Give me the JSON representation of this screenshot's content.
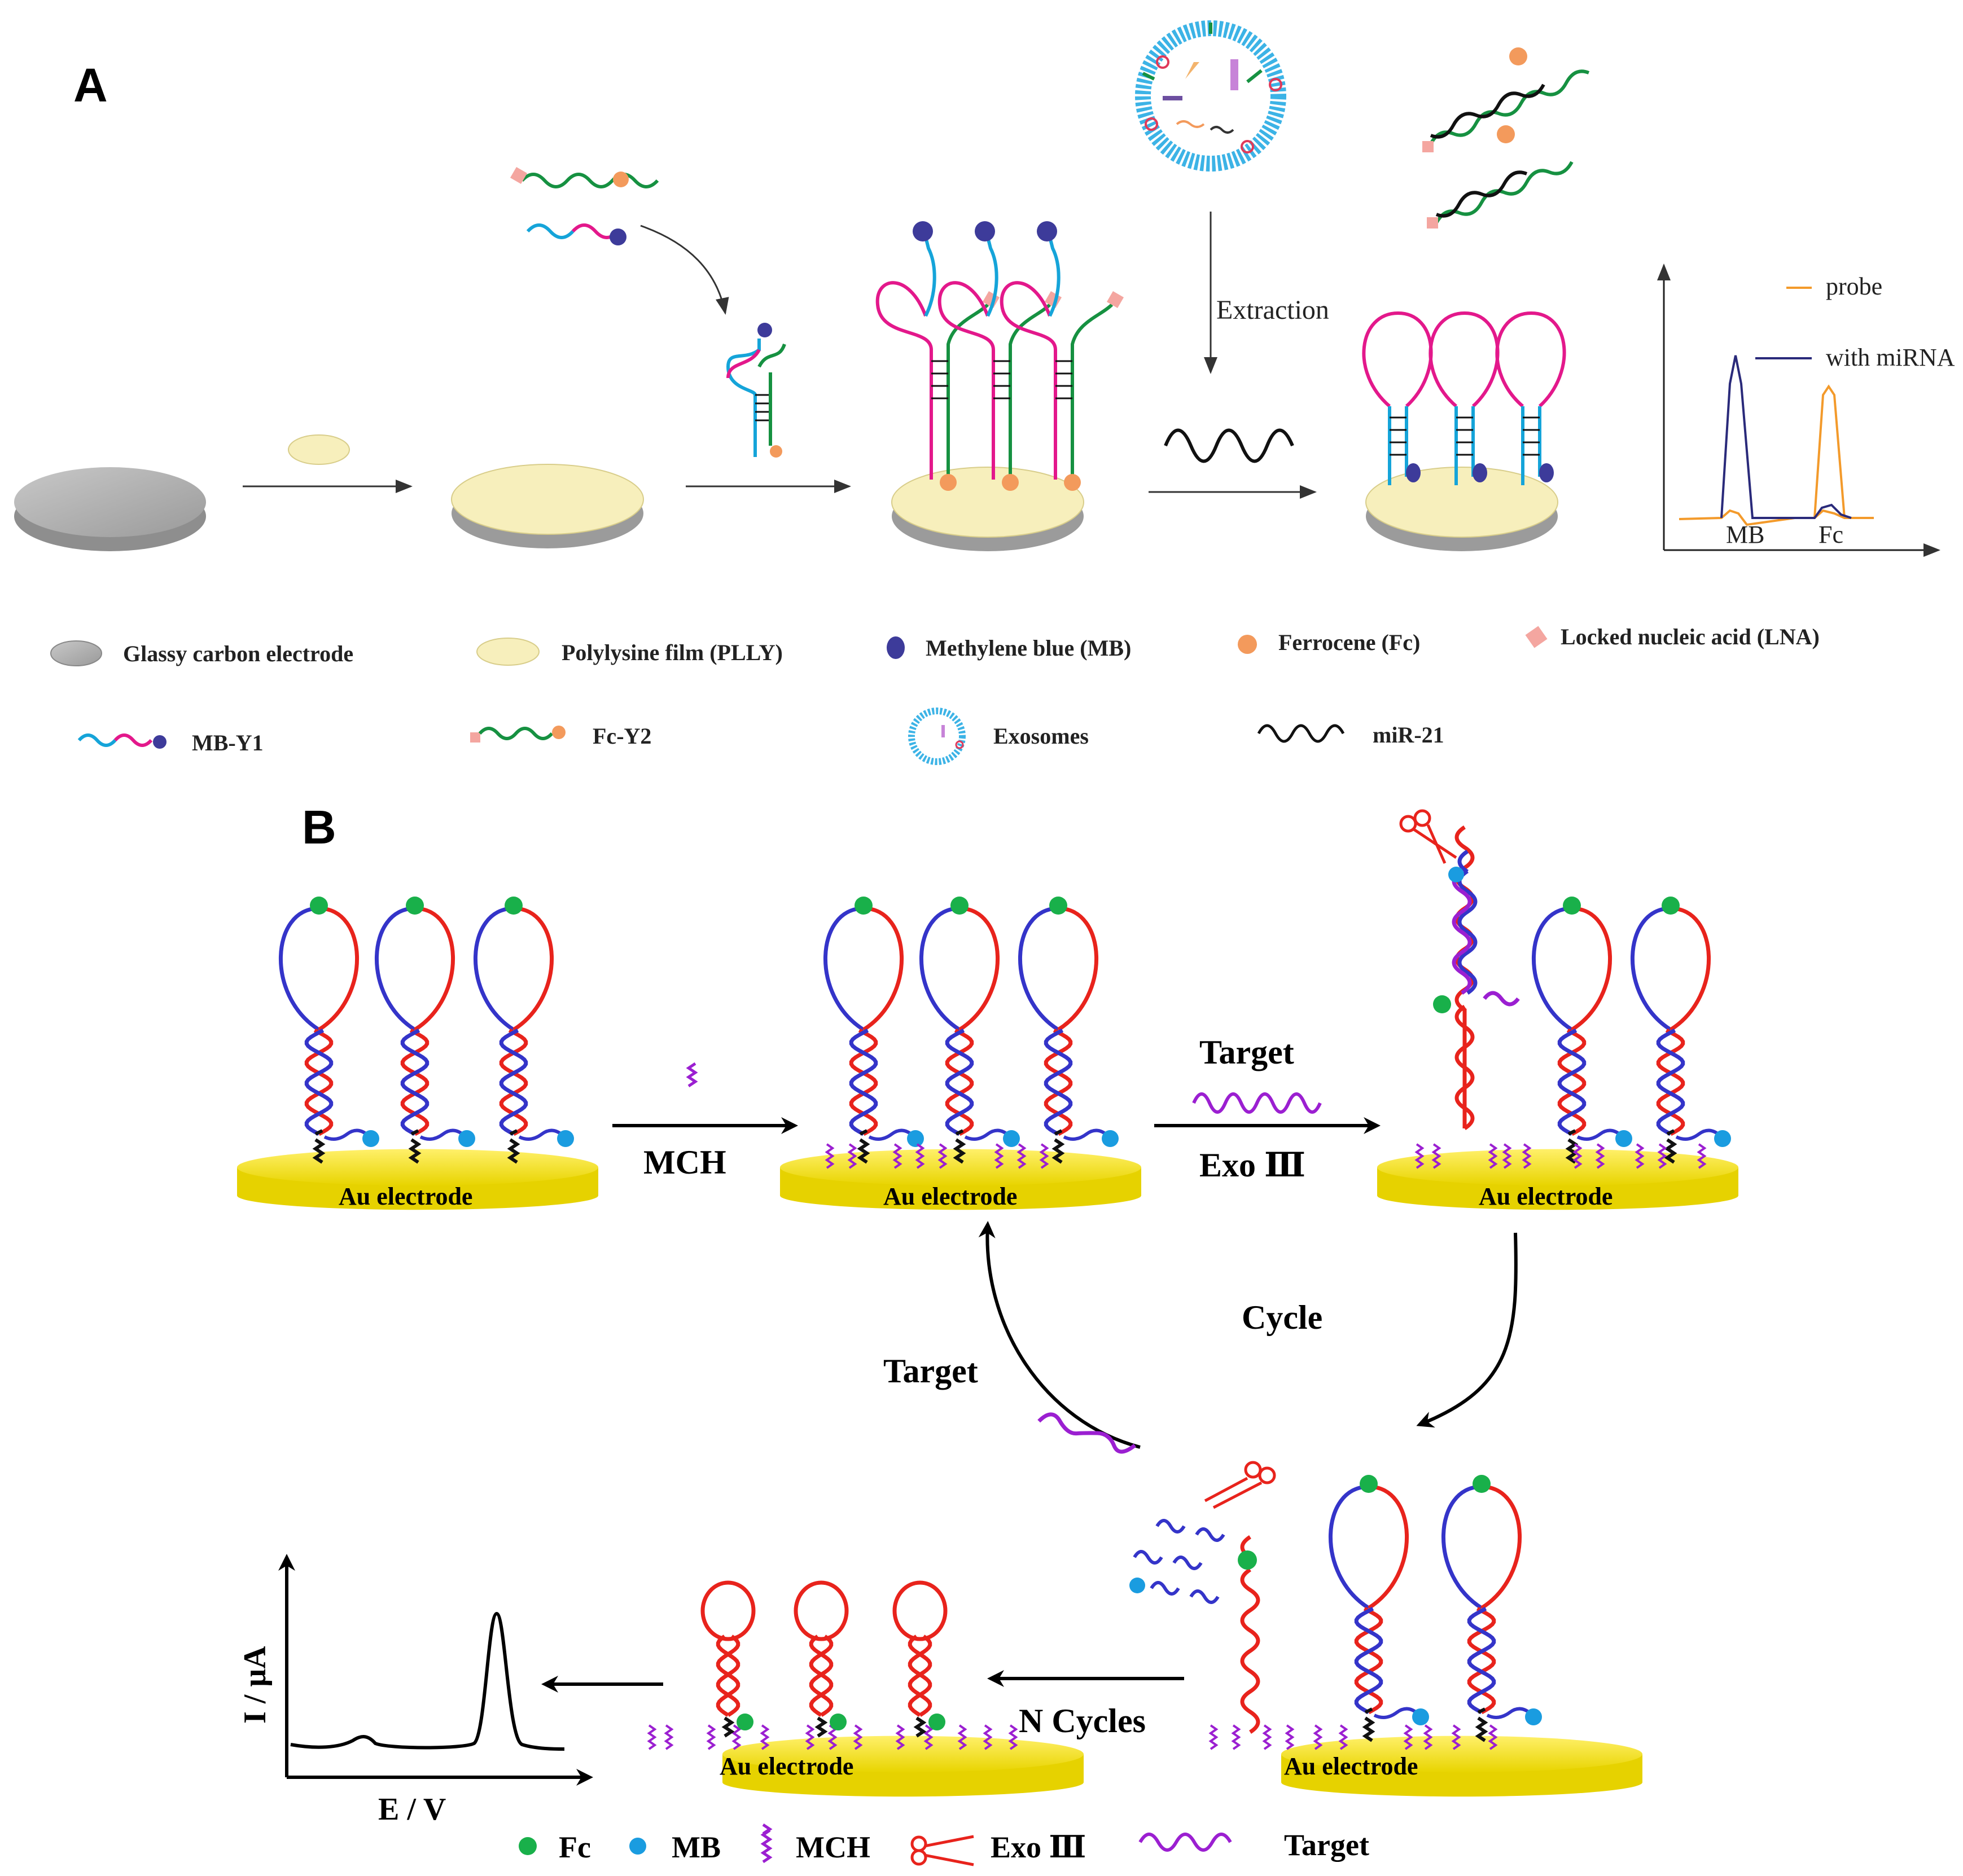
{
  "panel_a": {
    "label": "A",
    "extraction_label": "Extraction",
    "plot": {
      "legend_probe": "probe",
      "legend_with_mirna": "with miRNA",
      "peak_mb": "MB",
      "peak_fc": "Fc"
    },
    "legend": {
      "gce": "Glassy carbon electrode",
      "plly": "Polylysine film (PLLY)",
      "mb": "Methylene blue (MB)",
      "fc": "Ferrocene (Fc)",
      "lna": "Locked nucleic acid (LNA)",
      "mby1": "MB-Y1",
      "fcy2": "Fc-Y2",
      "exosomes": "Exosomes",
      "mir21": "miR-21"
    }
  },
  "panel_b": {
    "label": "B",
    "au_electrode": "Au electrode",
    "mch_label": "MCH",
    "target_label": "Target",
    "exo_label": "Exo Ⅲ",
    "cycle_label": "Cycle",
    "target_return_label": "Target",
    "n_cycles_label": "N Cycles",
    "y_axis": "I / μA",
    "x_axis": "E / V",
    "legend": {
      "fc": "Fc",
      "mb": "MB",
      "mch": "MCH",
      "exo": "Exo Ⅲ",
      "target": "Target"
    }
  },
  "colors": {
    "electrode_gray": "#a9a9a9",
    "plly_film": "#f7efbc",
    "gold": "#f5e200",
    "strand_red": "#e8231c",
    "strand_blue": "#3434c9",
    "strand_magenta": "#e3188b",
    "strand_cyan": "#15a4d9",
    "strand_green": "#169141",
    "target_purple": "#9b1fd1",
    "mb_blue": "#3d3b9a",
    "fc_orange": "#f39a5c",
    "fc_green": "#19b04a",
    "mb_cyan": "#1a9ce0"
  }
}
